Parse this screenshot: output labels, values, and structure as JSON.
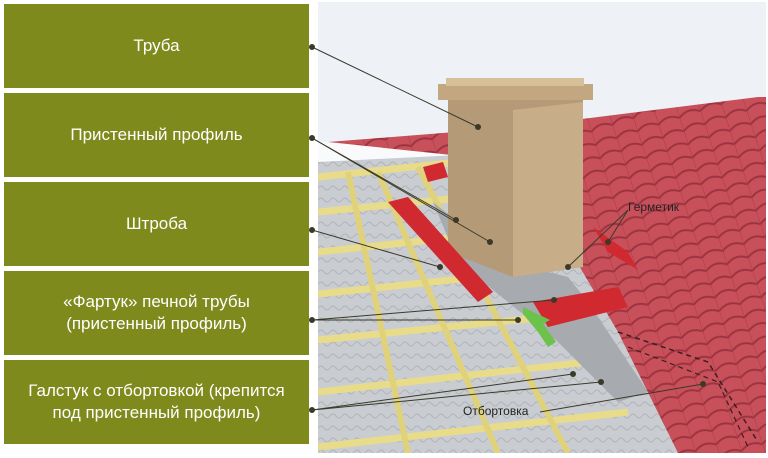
{
  "labels": [
    {
      "text": "Труба"
    },
    {
      "text": "Пристенный профиль"
    },
    {
      "text": "Штроба"
    },
    {
      "text": "«Фартук» печной трубы\n(пристенный профиль)"
    },
    {
      "text": "Галстук с отбортовкой (крепится\nпод пристенный профиль)"
    }
  ],
  "annotations": {
    "sealant": "Герметик",
    "flange": "Отбортовка"
  },
  "colors": {
    "label_bg": "#7e8a1c",
    "roof_red": "#c8505a",
    "chimney": "#b59a78",
    "batten": "#e8dc8a",
    "profile_red": "#d02a30"
  }
}
